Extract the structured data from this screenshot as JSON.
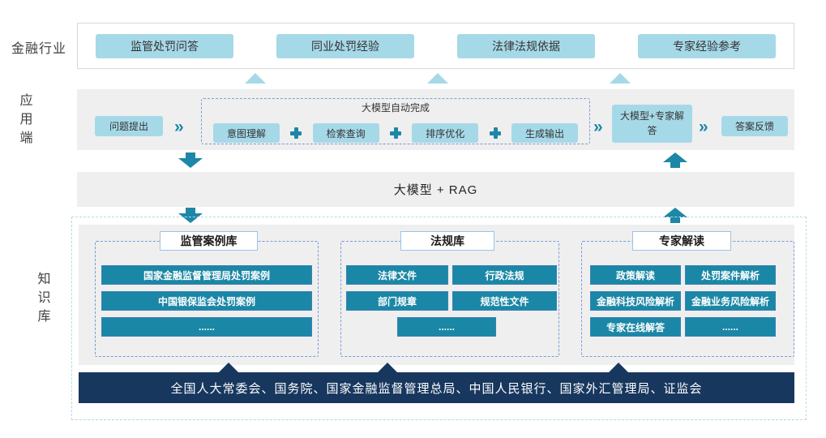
{
  "colors": {
    "light_blue": "#a6d9e8",
    "teal_box": "#1b87a6",
    "teal_box_border": "#3c80b4",
    "navy": "#17375e",
    "band_gray": "#efefef",
    "inner_dashed_border": "#7b9bd6",
    "outer_dashed_border": "#b5d9e6",
    "header_border": "#9dc3e6",
    "arrow_teal": "#1d87a8"
  },
  "icons": {
    "chevron": "»"
  },
  "industry": {
    "label": "金融行业",
    "items": [
      "监管处罚问答",
      "同业处罚经验",
      "法律法规依据",
      "专家经验参考"
    ]
  },
  "application": {
    "label": "应用端",
    "question": "问题提出",
    "auto_group": {
      "title": "大模型自动完成",
      "steps": [
        "意图理解",
        "检索查询",
        "排序优化",
        "生成输出"
      ]
    },
    "expert_answer": "大模型+专家解答",
    "feedback": "答案反馈"
  },
  "rag_band": {
    "label": "大模型 + RAG"
  },
  "knowledge": {
    "label": "知识库",
    "columns": [
      {
        "title": "监管案例库",
        "rows": [
          "国家金融监督管理局处罚案例",
          "中国银保监会处罚案例",
          "......"
        ]
      },
      {
        "title": "法规库",
        "cells": [
          "法律文件",
          "行政法规",
          "部门规章",
          "规范性文件"
        ],
        "more": "......"
      },
      {
        "title": "专家解读",
        "cells": [
          "政策解读",
          "处罚案件解析",
          "金融科技风险解析",
          "金融业务风险解析",
          "专家在线解答",
          "......"
        ]
      }
    ]
  },
  "source_bar": {
    "text": "全国人大常委会、国务院、国家金融监督管理总局、中国人民银行、国家外汇管理局、证监会"
  }
}
